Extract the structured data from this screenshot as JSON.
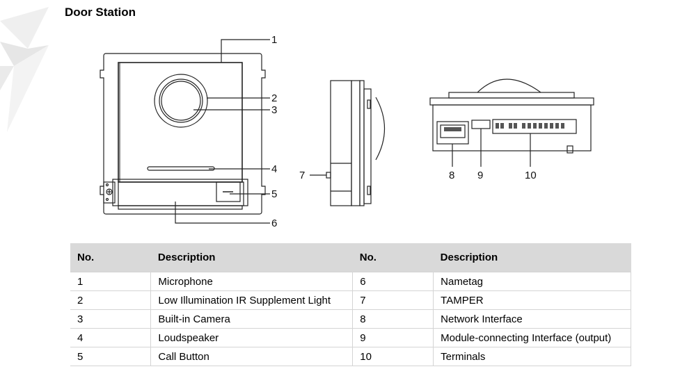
{
  "document": {
    "title": "Door Station"
  },
  "figure": {
    "front_view_callouts": [
      "1",
      "2",
      "3",
      "4",
      "5",
      "6"
    ],
    "side_view_callouts": [
      "7"
    ],
    "bottom_view_callouts": [
      "8",
      "9",
      "10"
    ]
  },
  "table": {
    "headers": [
      "No.",
      "Description",
      "No.",
      "Description"
    ],
    "rows": [
      {
        "no_left": "1",
        "desc_left": "Microphone",
        "no_right": "6",
        "desc_right": "Nametag"
      },
      {
        "no_left": "2",
        "desc_left": "Low Illumination IR Supplement Light",
        "no_right": "7",
        "desc_right": "TAMPER"
      },
      {
        "no_left": "3",
        "desc_left": "Built-in Camera",
        "no_right": "8",
        "desc_right": "Network Interface"
      },
      {
        "no_left": "4",
        "desc_left": "Loudspeaker",
        "no_right": "9",
        "desc_right": "Module-connecting Interface (output)"
      },
      {
        "no_left": "5",
        "desc_left": "Call Button",
        "no_right": "10",
        "desc_right": "Terminals"
      }
    ]
  }
}
